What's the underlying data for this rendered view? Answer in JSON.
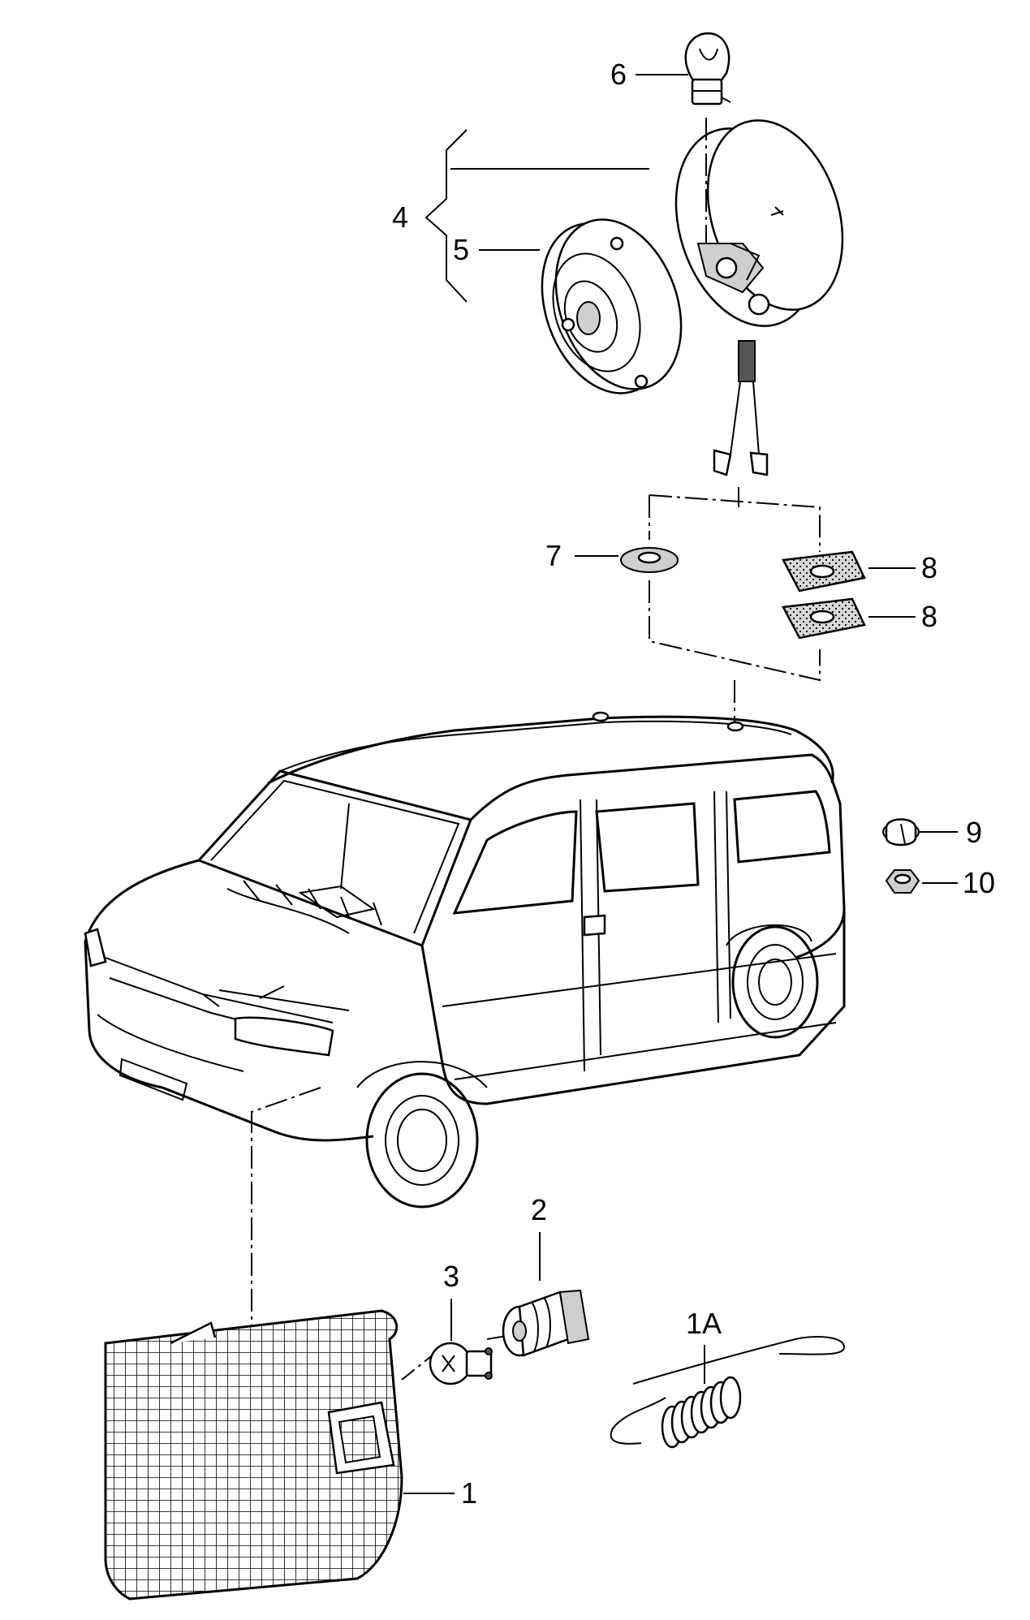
{
  "labels": {
    "p1": "1",
    "p1a": "1A",
    "p2": "2",
    "p3": "3",
    "p4": "4",
    "p5": "5",
    "p6": "6",
    "p7": "7",
    "p8a": "8",
    "p8b": "8",
    "p9": "9",
    "p10": "10"
  }
}
